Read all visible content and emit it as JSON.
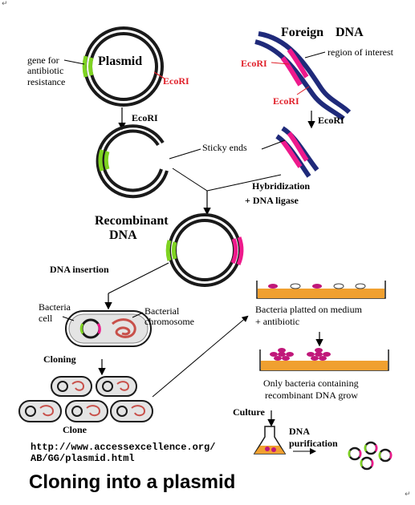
{
  "labels": {
    "gene_for": "gene for",
    "antibiotic": "antibiotic",
    "resistance": "resistance",
    "plasmid": "Plasmid",
    "ecori_plasmid": "EcoRI",
    "foreign": "Foreign",
    "dna": "DNA",
    "region_of_interest": "region of interest",
    "ecori_foreign_1": "EcoRI",
    "ecori_foreign_2": "EcoRI",
    "ecori_step_left": "EcoRI",
    "ecori_step_right": "EcoRI",
    "sticky_ends": "Sticky ends",
    "hybridization": "Hybridization",
    "dna_ligase": "+ DNA ligase",
    "recombinant": "Recombinant",
    "recombinant_dna": "DNA",
    "dna_insertion": "DNA insertion",
    "bacteria": "Bacteria",
    "cell": "cell",
    "bacterial": "Bacterial",
    "chromosome": "chromosome",
    "cloning": "Cloning",
    "clone": "Clone",
    "platted_1": "Bacteria platted on medium",
    "platted_2": "+ antibiotic",
    "only_1": "Only bacteria containing",
    "only_2": "recombinant DNA grow",
    "culture": "Culture",
    "dna_purif_1": "DNA",
    "dna_purif_2": "purification",
    "url_1": "http://www.accessexcellence.org/",
    "url_2": "AB/GG/plasmid.html",
    "title": "Cloning into a plasmid",
    "return_mark_1": "↵",
    "return_mark_2": "↵"
  },
  "colors": {
    "dna_outer": "#1a1a1a",
    "dna_inner": "#1f2a7a",
    "antibiotic_gene": "#7ed321",
    "insert": "#ee1a8c",
    "ecori_red": "#e0202a",
    "medium": "#f0a030",
    "chromosome": "#c8504a",
    "colony": "#c0187a"
  },
  "icons": [
    "plasmid-ring-icon",
    "foreign-dna-strand-icon",
    "bacteria-cell-icon",
    "petri-dish-icon",
    "flask-icon",
    "arrow-icon"
  ]
}
